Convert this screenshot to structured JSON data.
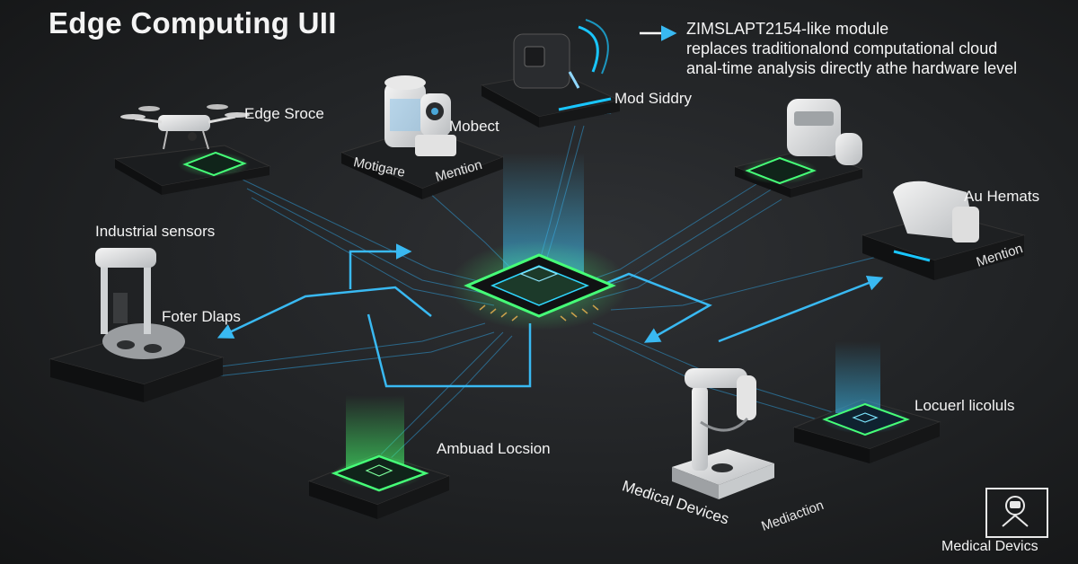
{
  "title": "Edge Computing UII",
  "note": "ZIMSLAPT2154-like module\nreplaces traditionalond computational cloud\nanal-time analysis directly athe hardware level",
  "labels": {
    "edge_source": "Edge Sroce",
    "mobect": "Mobect",
    "mortigare": "Motigare",
    "mention_left": "Mention",
    "mod_siddry": "Mod Siddry",
    "autemats": "Au Hemats",
    "mention_right": "Mention",
    "industrial_sensors": "Industrial sensors",
    "foter_dlaps": "Foter Dlaps",
    "ambuad_locsion": "Ambuad Locsion",
    "locuerl_licoluls": "Locuerl licoluls",
    "medical_devices": "Medical Devices",
    "mediaction": "Mediaction",
    "logo_caption": "Medical Devics"
  },
  "colors": {
    "chip_glow_green": "#3dff6a",
    "flow_blue": "#39b9f2",
    "plate": "#1c1e20",
    "accent_cyan": "#19c6ff"
  },
  "icons": [
    "drone-icon",
    "smart-speaker-icon",
    "camera-module-icon",
    "robot-arm-icon",
    "microscope-icon",
    "printer-icon",
    "processor-chip-icon",
    "medical-logo-icon"
  ]
}
